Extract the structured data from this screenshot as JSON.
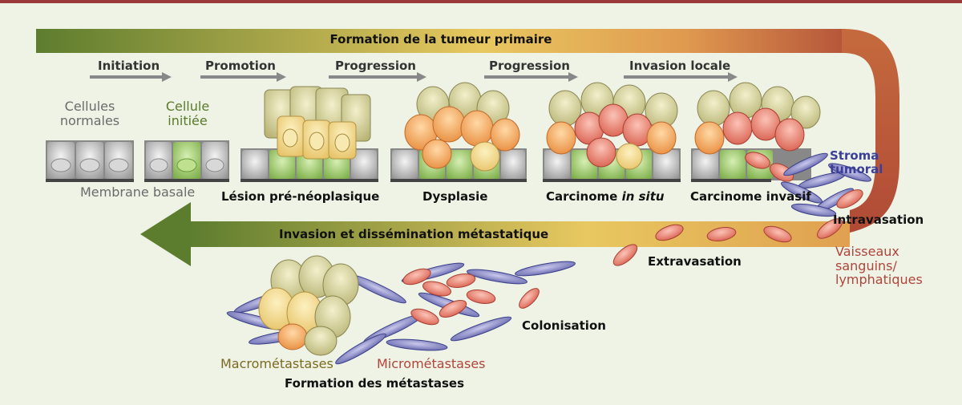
{
  "top_arrow": {
    "label": "Formation de la tumeur primaire"
  },
  "bottom_arrow": {
    "label": "Invasion et dissémination métastatique"
  },
  "steps": [
    "Initiation",
    "Promotion",
    "Progression",
    "Progression",
    "Invasion locale"
  ],
  "cells": {
    "normal": {
      "line1": "Cellules",
      "line2": "normales"
    },
    "initiated": {
      "line1": "Cellule",
      "line2": "initiée"
    },
    "membrane": "Membrane basale"
  },
  "stages": [
    "Lésion pré-néoplasique",
    "Dysplasie",
    "Carcinome ",
    "in situ",
    "Carcinome invasif"
  ],
  "stroma": {
    "line1": "Stroma",
    "line2": "tumoral"
  },
  "events": {
    "intravasation": "Intravasation",
    "extravasation": "Extravasation",
    "colonisation": "Colonisation"
  },
  "vessels": {
    "line1": "Vaisseaux",
    "line2": "sanguins/",
    "line3": "lymphatiques"
  },
  "metastases": {
    "macro": "Macrométastases",
    "micro": "Micrométastases",
    "formation": "Formation des métastases"
  },
  "colors": {
    "frame": "#9a3a3a",
    "arrow_start": "#5a7a2a",
    "arrow_mid": "#e8c25a",
    "arrow_end": "#b0453a",
    "normal_cell": "#bdbdbd",
    "initiated_cell": "#9ccc6a",
    "orange_cell": "#f2a45a",
    "red_cell": "#e07a6a",
    "stroma_cell": "#7a7ab8"
  }
}
